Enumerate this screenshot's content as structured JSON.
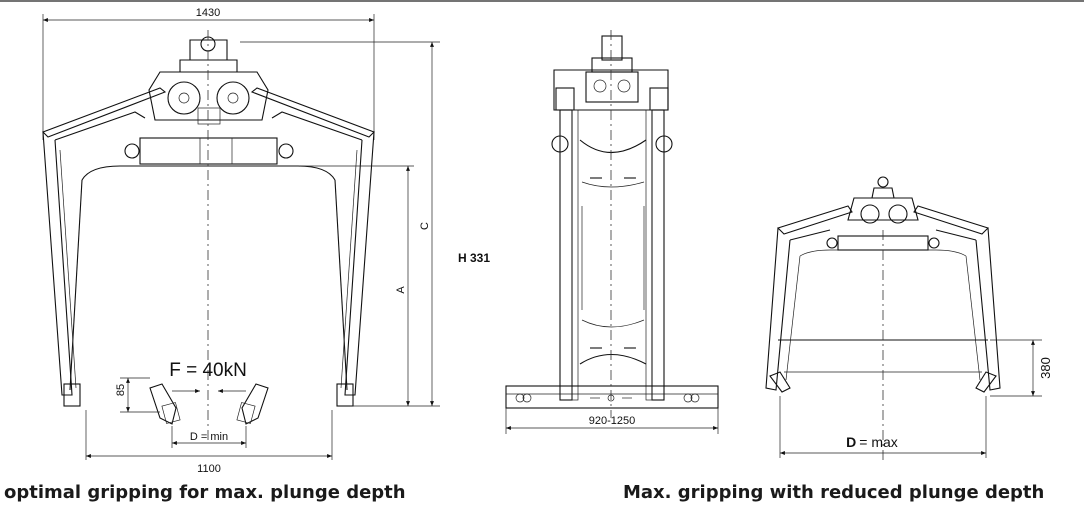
{
  "figure": {
    "left_view": {
      "overall_width": "1430",
      "height_c": "C",
      "height_a": "A",
      "dim_85": "85",
      "force_label": "F = 40kN",
      "d_min_label": "D = min",
      "jaw_span": "1100"
    },
    "middle_view": {
      "model_label": "H 331",
      "span_range": "920-1250"
    },
    "right_view": {
      "dim_380": "380",
      "d_max_prefix": "D",
      "d_max_suffix": "= max"
    }
  },
  "captions": {
    "left": "optimal gripping for max. plunge depth",
    "right": "Max. gripping with reduced plunge depth"
  }
}
